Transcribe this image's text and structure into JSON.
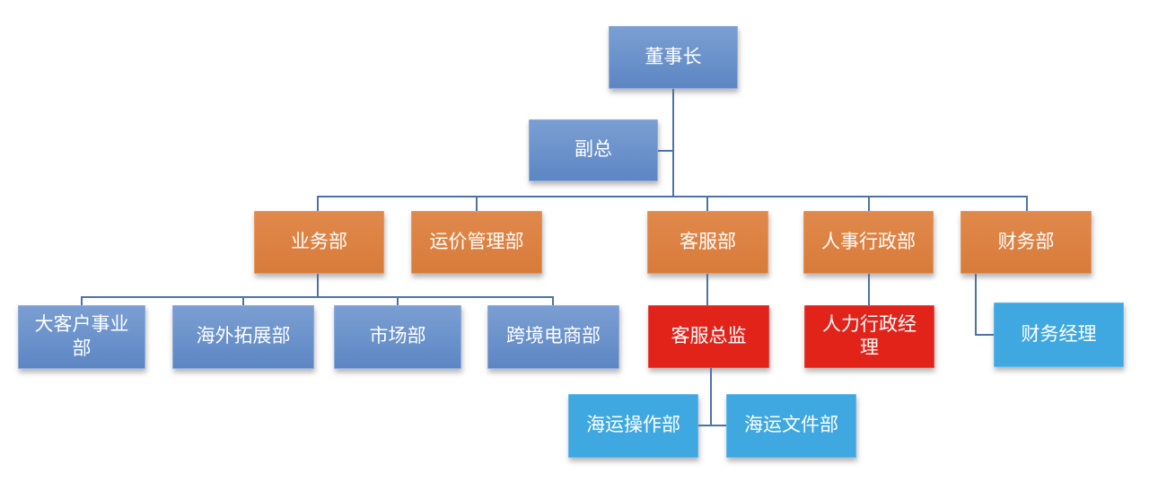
{
  "colors": {
    "background": "#ffffff",
    "connector": "#4d73a6",
    "text": "#ffffff",
    "blue_top": "#7b9fd3",
    "blue_bottom": "#5c86c3",
    "orange_top": "#e0894c",
    "orange_bottom": "#d87b3a",
    "red": "#e2231a",
    "cyan": "#3fa8e0"
  },
  "org_chart": {
    "nodes": {
      "chairman": {
        "label": "董事长",
        "color": "blue"
      },
      "vice_president": {
        "label": "副总",
        "color": "blue"
      },
      "business_dept": {
        "label": "业务部",
        "color": "orange"
      },
      "freight_rate_dept": {
        "label": "运价管理部",
        "color": "orange"
      },
      "customer_service_dept": {
        "label": "客服部",
        "color": "orange"
      },
      "hr_admin_dept": {
        "label": "人事行政部",
        "color": "orange"
      },
      "finance_dept": {
        "label": "财务部",
        "color": "orange"
      },
      "key_account_dept": {
        "label": "大客户事业部",
        "color": "blue"
      },
      "overseas_expansion_dept": {
        "label": "海外拓展部",
        "color": "blue"
      },
      "marketing_dept": {
        "label": "市场部",
        "color": "blue"
      },
      "cross_border_ecommerce_dept": {
        "label": "跨境电商部",
        "color": "blue"
      },
      "customer_service_director": {
        "label": "客服总监",
        "color": "red"
      },
      "hr_admin_manager": {
        "label": "人力行政经理",
        "color": "red"
      },
      "finance_manager": {
        "label": "财务经理",
        "color": "cyan"
      },
      "ocean_operations_dept": {
        "label": "海运操作部",
        "color": "cyan"
      },
      "ocean_documents_dept": {
        "label": "海运文件部",
        "color": "cyan"
      }
    },
    "structure": {
      "chairman": [
        "vice_president"
      ],
      "vice_president": [
        "business_dept",
        "freight_rate_dept",
        "customer_service_dept",
        "hr_admin_dept",
        "finance_dept"
      ],
      "business_dept": [
        "key_account_dept",
        "overseas_expansion_dept",
        "marketing_dept",
        "cross_border_ecommerce_dept"
      ],
      "customer_service_dept": [
        "customer_service_director"
      ],
      "customer_service_director": [
        "ocean_operations_dept",
        "ocean_documents_dept"
      ],
      "hr_admin_dept": [
        "hr_admin_manager"
      ],
      "finance_dept": [
        "finance_manager"
      ]
    }
  }
}
